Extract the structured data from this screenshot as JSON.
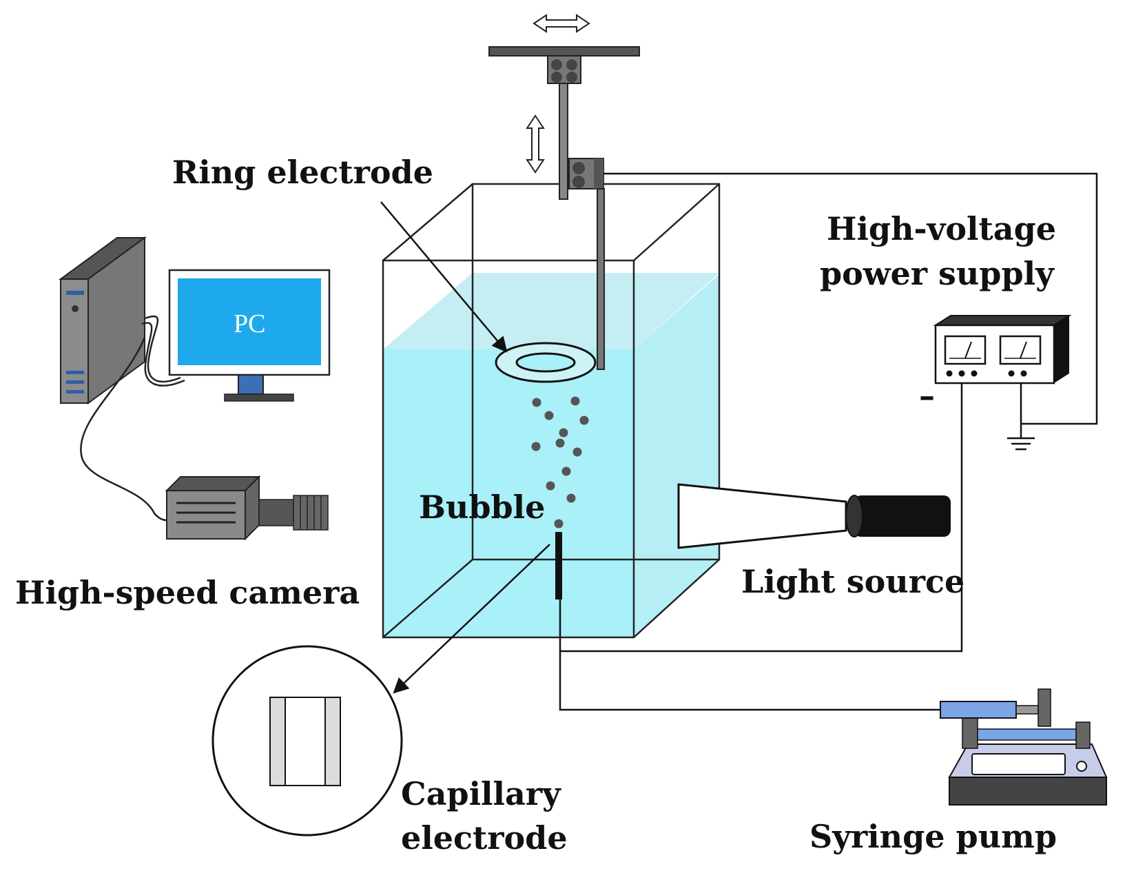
{
  "labels": {
    "ring_electrode": "Ring electrode",
    "high_voltage_line1": "High-voltage",
    "high_voltage_line2": "power supply",
    "pc": "PC",
    "bubble": "Bubble",
    "high_speed_camera": "High-speed camera",
    "light_source": "Light source",
    "capillary_line1": "Capillary",
    "capillary_line2": "electrode",
    "syringe_pump": "Syringe pump",
    "negative_sign": "–"
  },
  "colors": {
    "water": "#a9f0f8",
    "water_surface": "#c4eef3",
    "monitor_screen": "#1ea9ec",
    "tower": "#8c8c8c",
    "camera": "#8a8a8a",
    "pump_blue": "#7aa6e6",
    "outline": "#111111"
  }
}
